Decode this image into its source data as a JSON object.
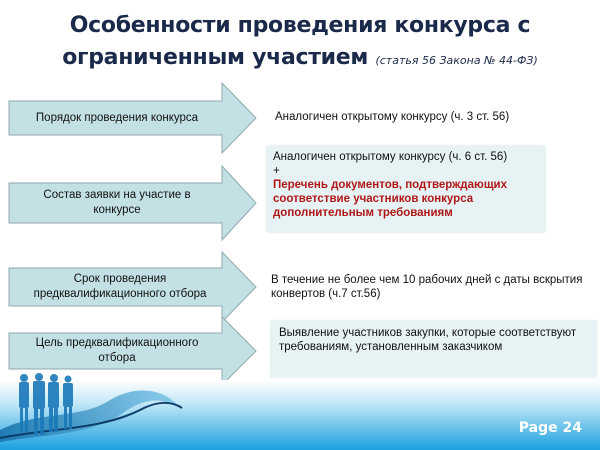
{
  "slide": {
    "title_line1": "Особенности проведения конкурса  с",
    "title_line2": "ограниченным участием",
    "title_sub": "(статья 56 Закона № 44-ФЗ)",
    "page_label": "Page 24"
  },
  "rows": [
    {
      "arrow_label": "Порядок проведения конкурса",
      "answer": "Аналогичен открытому конкурсу (ч. 3 ст. 56)"
    },
    {
      "arrow_label": "Состав заявки на участие в конкурсе",
      "answer_line1": "Аналогичен открытому конкурсу (ч. 6 ст. 56)",
      "answer_plus": "+",
      "answer_highlight": "Перечень документов, подтверждающих соответствие участников конкурса дополнительным требованиям"
    },
    {
      "arrow_label": "Срок проведения предквалификационного отбора",
      "answer": "В течение не более чем 10 рабочих дней  с даты вскрытия конвертов (ч.7 ст.56)"
    },
    {
      "arrow_label": "Цель предквалификационного отбора",
      "answer": "Выявление участников закупки, которые соответствуют требованиям, установленным заказчиком"
    }
  ],
  "colors": {
    "arrow_fill": "#c3e1e5",
    "arrow_stroke": "#8fa9ad",
    "answer_box": "#e6f2f4",
    "highlight_red": "#b01818",
    "title": "#1b2a4a",
    "footer_blue": "#2aa7e0"
  }
}
